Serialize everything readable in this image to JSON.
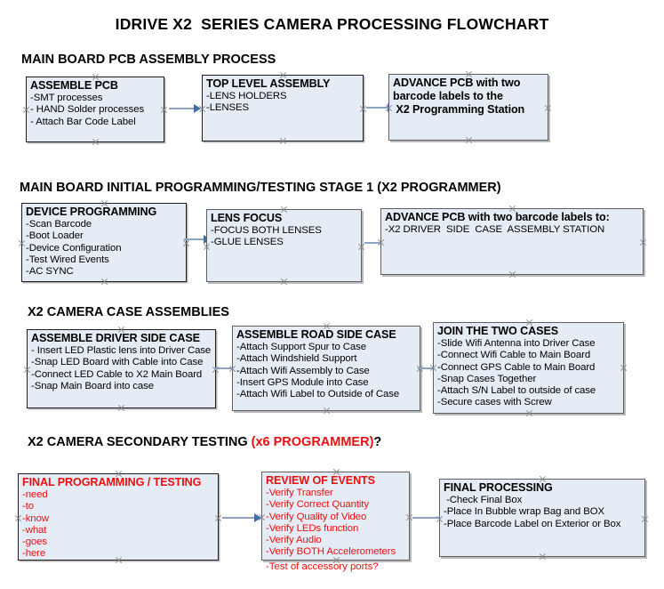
{
  "document": {
    "title": "IDRIVE X2  SERIES CAMERA PROCESSING FLOWCHART",
    "accent_color": "#e8100f",
    "box_fill": "#e6ecf5",
    "connector_color": "#8ba4c0",
    "arrowhead_color": "#3f6fa8"
  },
  "sections": [
    {
      "heading": "MAIN BOARD PCB ASSEMBLY PROCESS",
      "boxes": [
        {
          "title": "ASSEMBLE PCB",
          "lines": [
            "-SMT processes",
            "- HAND Solder processes",
            "- Attach Bar Code Label"
          ]
        },
        {
          "title": "TOP LEVEL ASSEMBLY",
          "lines": [
            "-LENS HOLDERS",
            "-LENSES"
          ]
        },
        {
          "title": "ADVANCE PCB with two",
          "lines": [
            "barcode labels to the",
            " X2 Programming Station"
          ]
        }
      ]
    },
    {
      "heading": "MAIN BOARD INITIAL PROGRAMMING/TESTING STAGE 1 (X2 PROGRAMMER)",
      "boxes": [
        {
          "title": "DEVICE PROGRAMMING",
          "lines": [
            "-Scan Barcode",
            "-Boot Loader",
            "-Device Configuration",
            "-Test Wired Events",
            "-AC SYNC"
          ]
        },
        {
          "title": "LENS FOCUS",
          "lines": [
            "-FOCUS BOTH LENSES",
            "-GLUE LENSES"
          ]
        },
        {
          "title": "ADVANCE PCB with two barcode labels to:",
          "lines": [
            "-X2 DRIVER  SIDE  CASE  ASSEMBLY STATION"
          ]
        }
      ]
    },
    {
      "heading": "X2 CAMERA CASE ASSEMBLIES",
      "boxes": [
        {
          "title": "ASSEMBLE DRIVER SIDE CASE",
          "lines": [
            "- Insert LED Plastic lens into Driver Case",
            "-Snap LED Board with Cable into Case",
            "-Connect LED Cable to X2 Main Board",
            "-Snap Main Board into case"
          ]
        },
        {
          "title": "ASSEMBLE ROAD SIDE CASE",
          "lines": [
            "-Attach Support Spur to Case",
            "-Attach Windshield Support",
            "-Attach Wifi Assembly to Case",
            "-Insert GPS Module into Case",
            "-Attach Wifi Label to Outside of Case"
          ]
        },
        {
          "title": "JOIN THE TWO CASES",
          "lines": [
            "-Slide Wifi Antenna into Driver Case",
            "-Connect Wifi Cable to Main Board",
            "-Connect GPS Cable to Main Board",
            "-Snap Cases Together",
            "-Attach S/N Label to outside of case",
            "-Secure cases with Screw"
          ]
        }
      ]
    },
    {
      "heading": "X2 CAMERA SECONDARY TESTING ",
      "heading_accent": "(x6 PROGRAMMER)",
      "heading_tail": "?",
      "boxes": [
        {
          "title": "FINAL PROGRAMMING / TESTING",
          "lines": [
            "-need",
            "-to",
            "-know",
            "-what",
            "-goes",
            "-here"
          ]
        },
        {
          "title": "REVIEW OF EVENTS",
          "lines": [
            "-Verify Transfer",
            "-Verify Correct Quantity",
            "-Verify Quality of Video",
            "-Verify LEDs function",
            "-Verify Audio",
            "-Verify BOTH Accelerometers"
          ],
          "overflow_line": "-Test of accessory ports?"
        },
        {
          "title": "FINAL PROCESSING",
          "lines": [
            " -Check Final Box",
            "-Place In Bubble wrap Bag and BOX",
            "-Place Barcode Label on Exterior or Box"
          ]
        }
      ]
    }
  ]
}
